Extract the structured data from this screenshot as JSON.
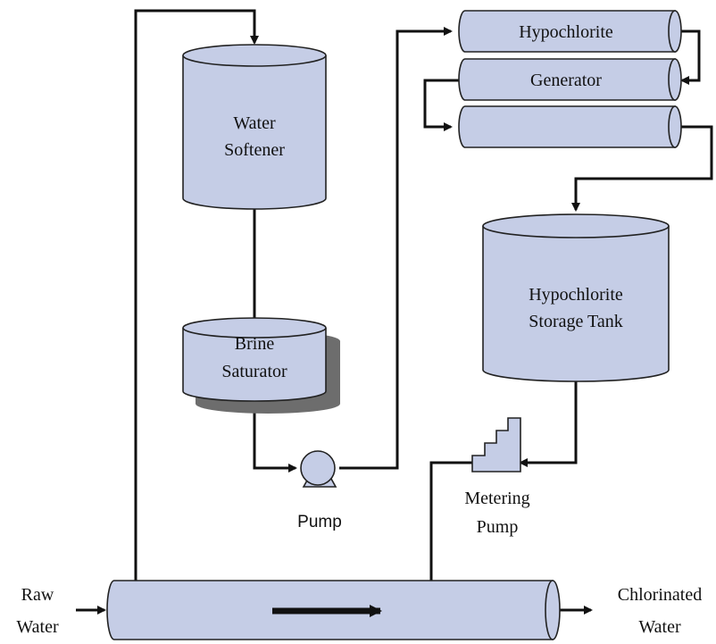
{
  "labels": {
    "water_softener": [
      "Water",
      "Softener"
    ],
    "brine_saturator": [
      "Brine",
      "Saturator"
    ],
    "generator_top": "Hypochlorite",
    "generator_mid": "Generator",
    "storage_tank": [
      "Hypochlorite",
      "Storage Tank"
    ],
    "pump": "Pump",
    "metering_pump": [
      "Metering",
      "Pump"
    ],
    "raw_water": [
      "Raw",
      "Water"
    ],
    "chlorinated_water": [
      "Chlorinated",
      "Water"
    ]
  },
  "colors": {
    "tank_fill": "#c5cde6",
    "shadow": "#6d6d6d",
    "line": "#111111"
  }
}
